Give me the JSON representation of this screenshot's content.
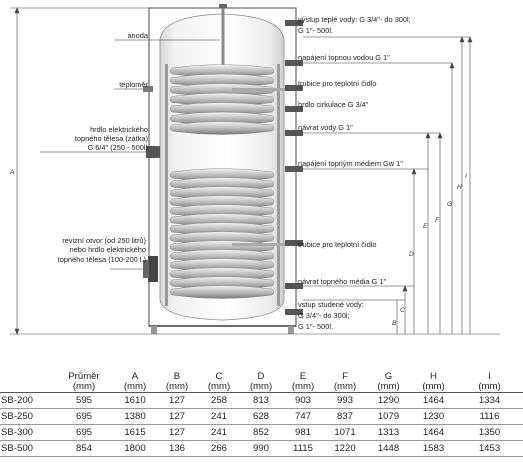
{
  "labels_left": {
    "anoda": "anoda",
    "teplomer": "teploměr",
    "hrdlo_1": "hrdlo elektrického",
    "hrdlo_2": "topného tělesa (zátka)",
    "hrdlo_3": "G 6/4\" (250 - 500l)",
    "revizni_1": "revizní otvor (od 250 litrů)",
    "revizni_2": "nebo hrdlo elektrického",
    "revizni_3": "topného tělesa (100-200 l.)"
  },
  "labels_right": {
    "tuv_1": "výstup teplé vody: G 3/4\"- do 300l;",
    "tuv_2": "G 1\"- 500l.",
    "napajeni_topnou": "napájení topnou vodou G 1\"",
    "trubice_1": "trubice pro teplotní čidlo",
    "cirkulace": "hrdlo cirkulace G 3/4\"",
    "navrat_vody": "návrat vody G 1\"",
    "napajeni_medium": "napájení topným médiem Gw 1\"",
    "trubice_2": "trubice pro teplotní čidlo",
    "navrat_media": "návrat topného média G 1\"",
    "sv_1": "vstup studené vody:",
    "sv_2": "G 3/4\"- do 300l;",
    "sv_3": "G 1\"- 500l."
  },
  "dimension_letters": {
    "A": "A",
    "B": "B",
    "C": "C",
    "D": "D",
    "E": "E",
    "F": "F",
    "G": "G",
    "H": "H",
    "I": "I"
  },
  "table": {
    "headers": [
      "",
      "Průměr (mm)",
      "A (mm)",
      "B (mm)",
      "C (mm)",
      "D (mm)",
      "E (mm)",
      "F (mm)",
      "G (mm)",
      "H (mm)",
      "I (mm)"
    ],
    "header_lines": [
      [
        "",
        ""
      ],
      [
        "Průměr",
        "(mm)"
      ],
      [
        "A",
        "(mm)"
      ],
      [
        "B",
        "(mm)"
      ],
      [
        "C",
        "(mm)"
      ],
      [
        "D",
        "(mm)"
      ],
      [
        "E",
        "(mm)"
      ],
      [
        "F",
        "(mm)"
      ],
      [
        "G",
        "(mm)"
      ],
      [
        "H",
        "(mm)"
      ],
      [
        "I",
        "(mm)"
      ]
    ],
    "rows": [
      [
        "SB-200",
        "595",
        "1610",
        "127",
        "258",
        "813",
        "903",
        "993",
        "1290",
        "1464",
        "1334"
      ],
      [
        "SB-250",
        "695",
        "1380",
        "127",
        "241",
        "628",
        "747",
        "837",
        "1079",
        "1230",
        "1116"
      ],
      [
        "SB-300",
        "695",
        "1615",
        "127",
        "241",
        "852",
        "981",
        "1071",
        "1313",
        "1464",
        "1350"
      ],
      [
        "SB-500",
        "854",
        "1800",
        "136",
        "266",
        "990",
        "1115",
        "1220",
        "1448",
        "1583",
        "1453"
      ]
    ]
  }
}
